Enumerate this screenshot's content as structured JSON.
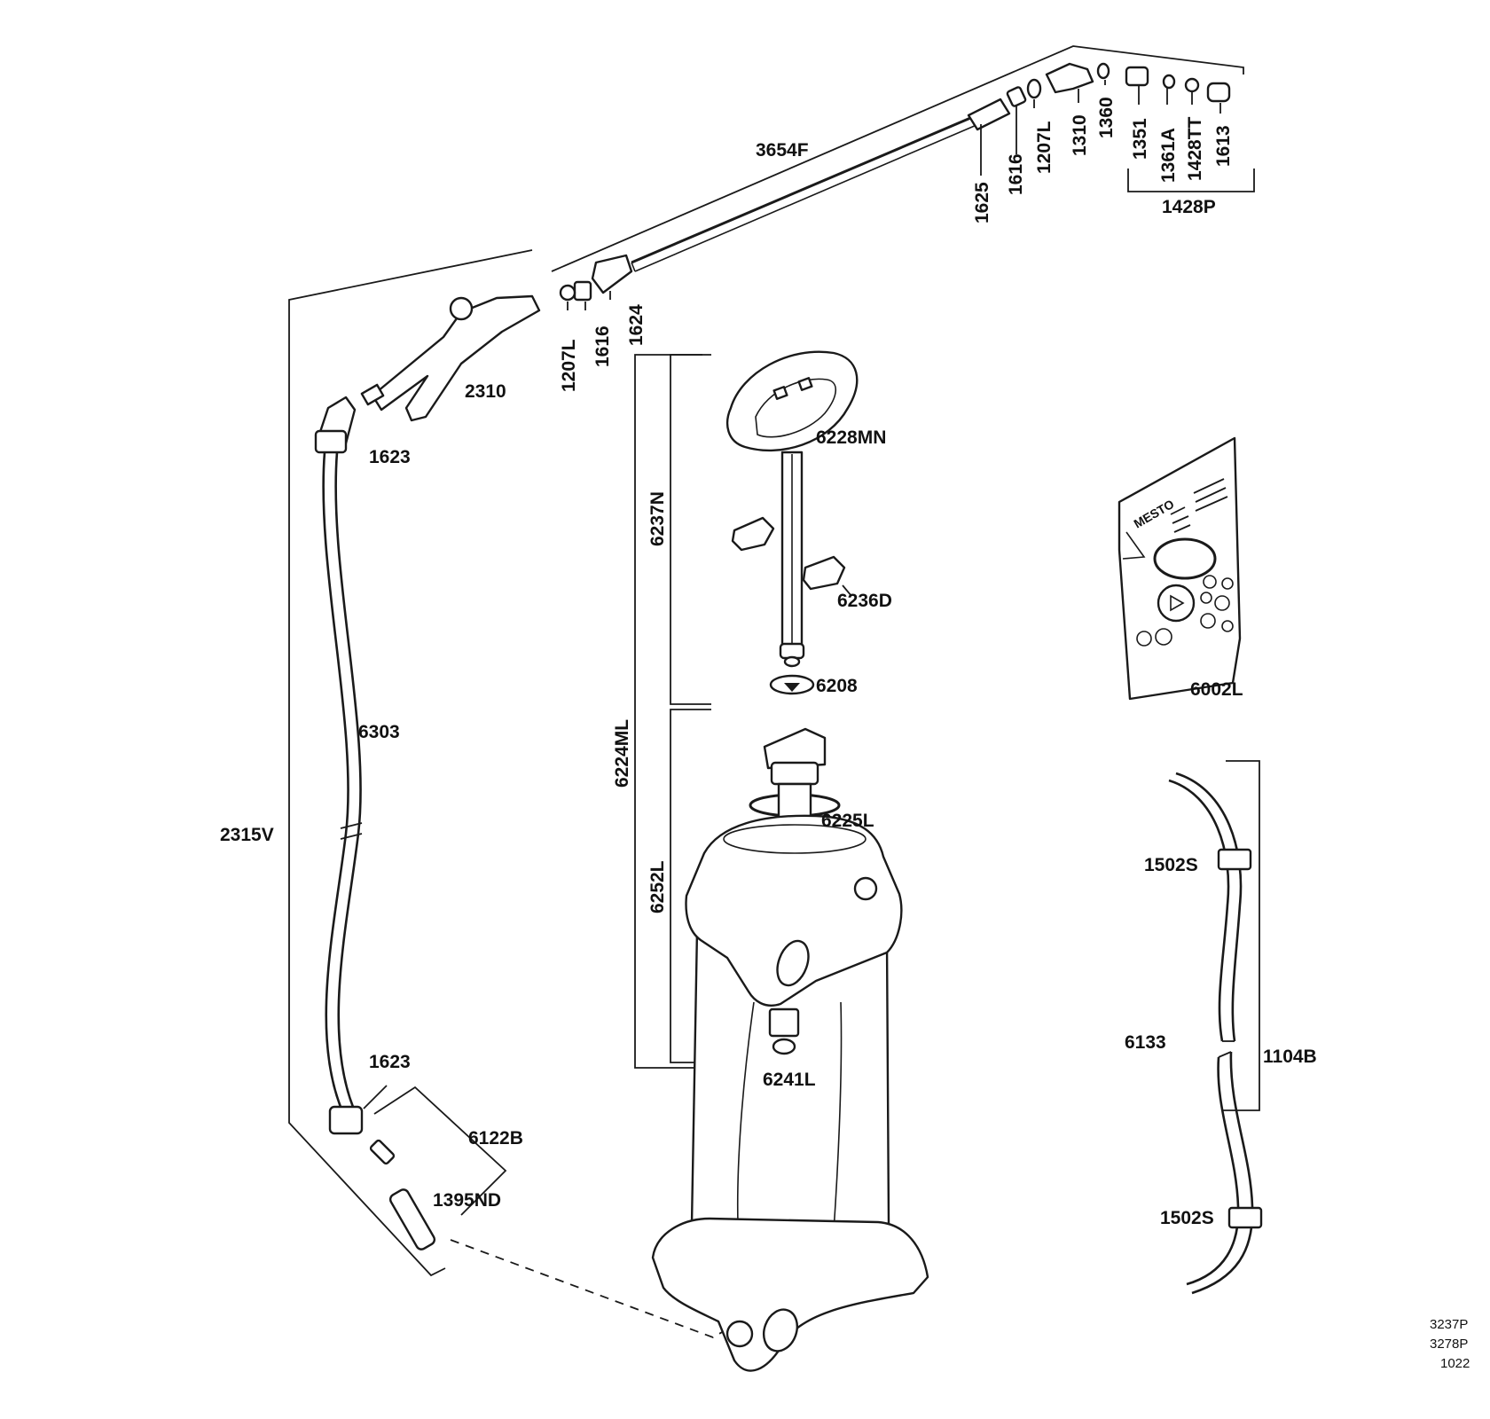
{
  "labels": {
    "l3654F": "3654F",
    "l1625": "1625",
    "l1616a": "1616",
    "l1207La": "1207L",
    "l1310": "1310",
    "l1360": "1360",
    "l1351": "1351",
    "l1361A": "1361A",
    "l1428TT": "1428TT",
    "l1613": "1613",
    "l1428P": "1428P",
    "l1207Lb": "1207L",
    "l1616b": "1616",
    "l1624": "1624",
    "l2310": "2310",
    "l1623a": "1623",
    "l6303": "6303",
    "l2315V": "2315V",
    "l1623b": "1623",
    "l6122B": "6122B",
    "l1395ND": "1395ND",
    "l6228MN": "6228MN",
    "l6237N": "6237N",
    "l6236D": "6236D",
    "l6208": "6208",
    "l6224ML": "6224ML",
    "l6225L": "6225L",
    "l6252L": "6252L",
    "l6241L": "6241L",
    "l6002L": "6002L",
    "l1502Sa": "1502S",
    "l6133": "6133",
    "l1104B": "1104B",
    "l1502Sb": "1502S",
    "brand": "MESTO"
  },
  "footer": {
    "line1": "3237P",
    "line2": "3278P",
    "line3": "1022"
  }
}
